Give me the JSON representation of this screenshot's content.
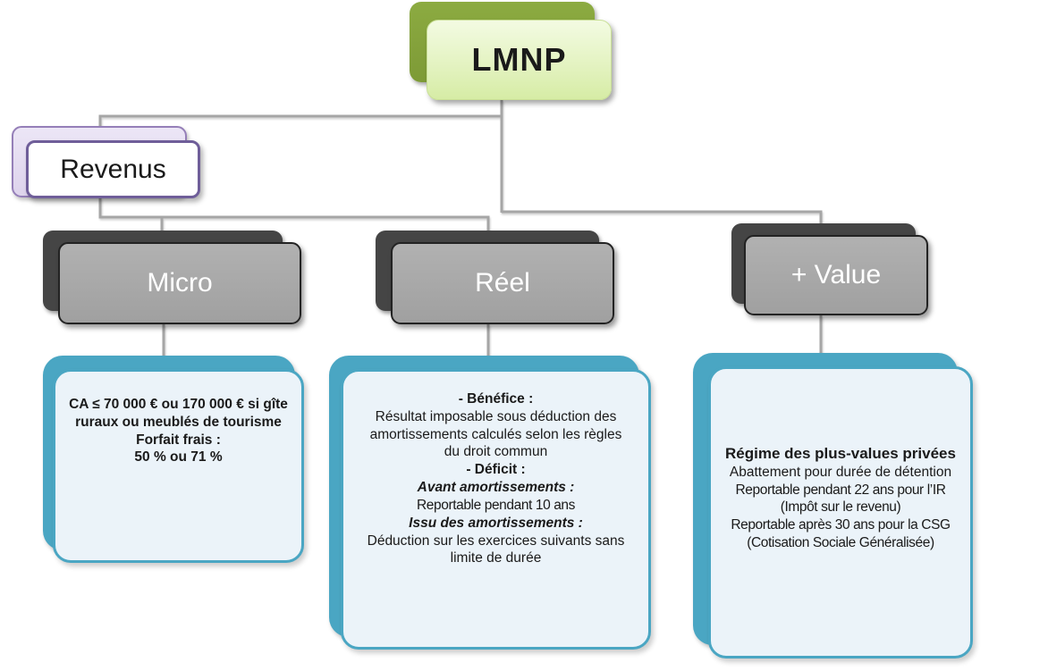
{
  "diagram": {
    "root": {
      "label": "LMNP"
    },
    "category": {
      "label": "Revenus"
    },
    "branches": [
      {
        "label": "Micro",
        "details": [
          "CA ≤  70 000 € ou 170 000 €  si gîte\nruraux ou meublés de tourisme",
          "Forfait frais :",
          "50 % ou 71 %"
        ]
      },
      {
        "label": "Réel",
        "details": [
          "- Bénéfice :",
          "Résultat imposable sous déduction des amortissements calculés selon les règles du droit commun",
          "- Déficit :",
          "Avant amortissements :",
          "Reportable pendant 10 ans",
          "Issu des amortissements :",
          "Déduction sur les exercices suivants sans limite de durée"
        ]
      },
      {
        "label": "+ Value",
        "details": [
          "Régime des plus-values privées",
          "Abattement pour durée de détention",
          "Reportable pendant 22 ans pour l’IR",
          "(Impôt sur le revenu)",
          "Reportable après 30 ans pour la CSG",
          "(Cotisation Sociale Généralisée)"
        ]
      }
    ],
    "colors": {
      "root_back": "#8cab41",
      "root_front": "#e4f3c2",
      "category_back": "#ddd3ec",
      "category_border": "#6f5e99",
      "branch_back": "#454545",
      "branch_front": "#a0a0a0",
      "detail_border": "#4aa6c3",
      "detail_fill": "#ebf3f9",
      "connector": "#a6a6a6"
    }
  }
}
